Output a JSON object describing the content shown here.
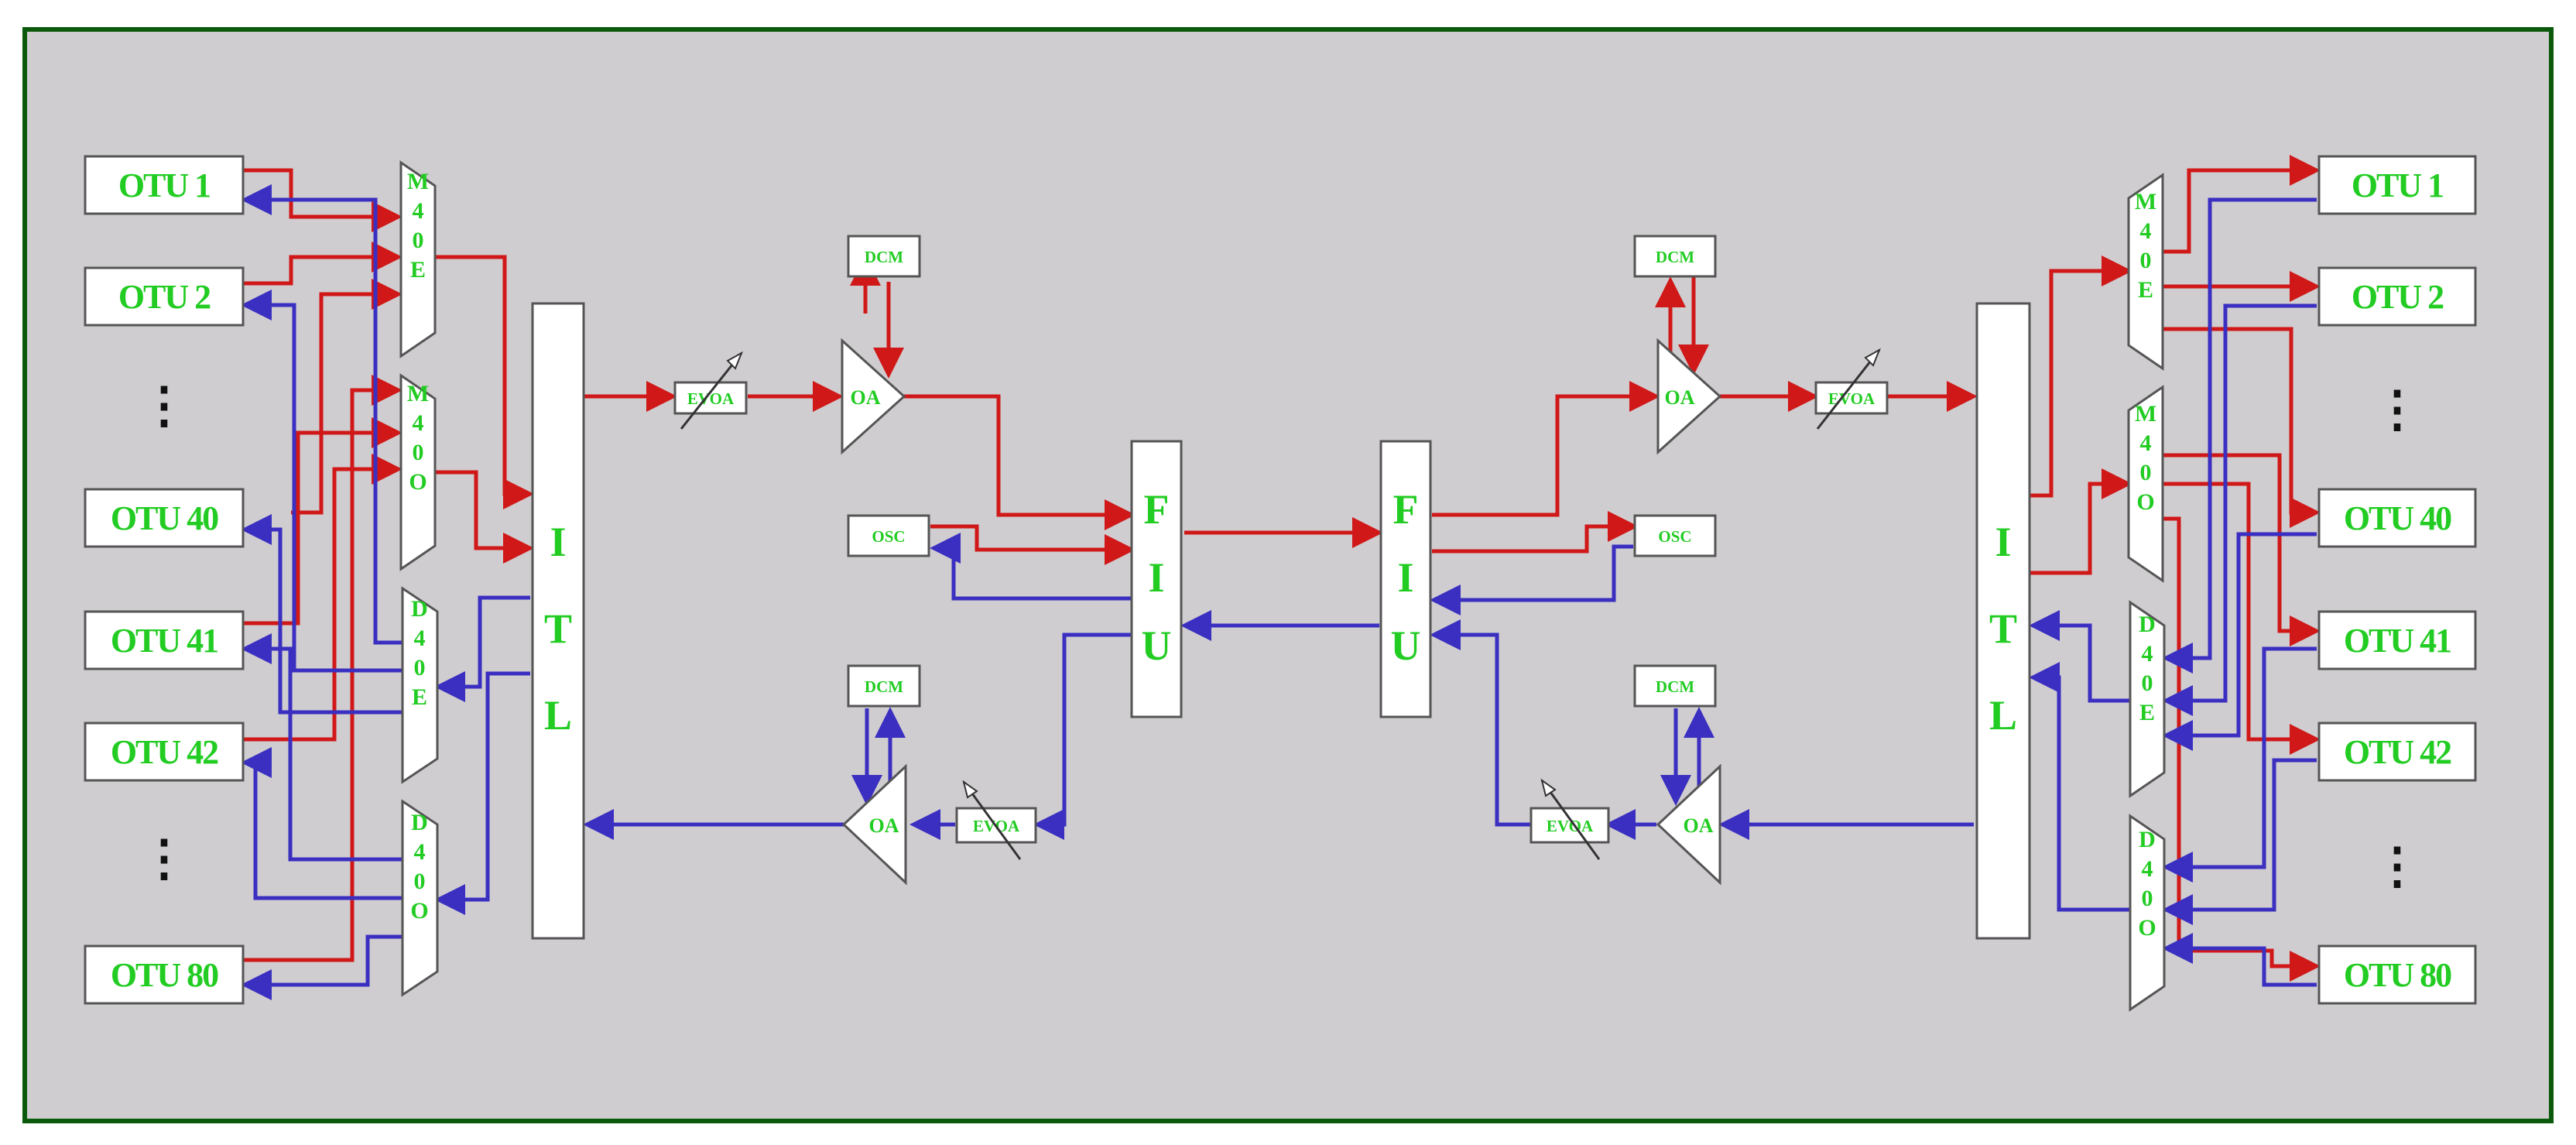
{
  "colors": {
    "panel": "#d0cdd0",
    "border": "#0b5a0b",
    "forward": "#d01818",
    "reverse": "#3a2fc0",
    "label": "#22cc22"
  },
  "left": {
    "otus": [
      {
        "label": "OTU 1"
      },
      {
        "label": "OTU 2"
      },
      {
        "label": "OTU 40"
      },
      {
        "label": "OTU 41"
      },
      {
        "label": "OTU 42"
      },
      {
        "label": "OTU 80"
      }
    ],
    "dots": [
      "⋮",
      "⋮"
    ],
    "mux": [
      "M40E",
      "M40O",
      "D40E",
      "D40O"
    ],
    "itl": [
      "I",
      "T",
      "L"
    ]
  },
  "center": {
    "evoa_label": "EVOA",
    "oa_label": "OA",
    "dcm_label": "DCM",
    "osc_label": "OSC",
    "fiu": [
      "F",
      "I",
      "U"
    ]
  },
  "right": {
    "otus": [
      {
        "label": "OTU 1"
      },
      {
        "label": "OTU 2"
      },
      {
        "label": "OTU 40"
      },
      {
        "label": "OTU 41"
      },
      {
        "label": "OTU 42"
      },
      {
        "label": "OTU 80"
      }
    ],
    "dots": [
      "⋮",
      "⋮"
    ],
    "mux": [
      "M40E",
      "M40O",
      "D40E",
      "D40O"
    ],
    "itl": [
      "I",
      "T",
      "L"
    ]
  }
}
